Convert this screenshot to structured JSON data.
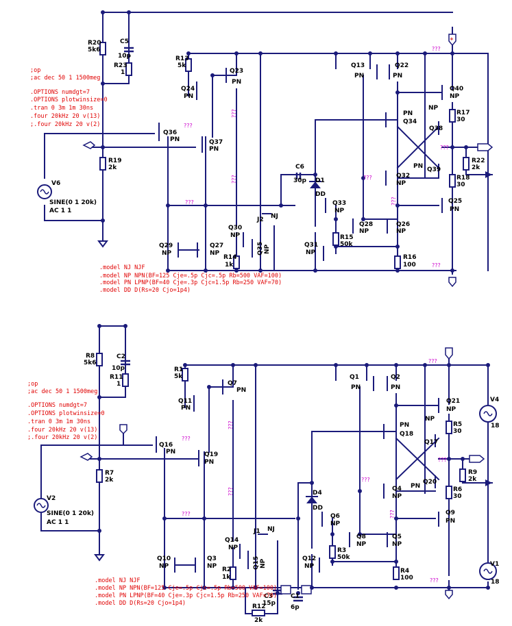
{
  "directives_top": [
    ";op",
    ";ac dec 50 1 1500meg",
    ".OPTIONS numdgt=7",
    ".OPTIONS plotwinsize=0",
    ".tran 0 3m 1m 30ns",
    ".four 20kHz 20 v(13)",
    ";.four 20kHz 20 v(2)"
  ],
  "directives_bottom": [
    ";op",
    ";ac dec 50 1 1500meg",
    ".OPTIONS numdgt=7",
    ".OPTIONS plotwinsize=0",
    ".tran 0 3m 1m 30ns",
    ".four 20kHz 20 v(13)",
    ";.four 20kHz 20 v(2)"
  ],
  "models": [
    ".model NJ NJF",
    ".model NP NPN(BF=125 Cje=.5p Cjc=.5p Rb=500 VAF=100)",
    ".model PN LPNP(BF=40 Cje=.3p Cjc=1.5p Rb=250 VAF=70)",
    ".model DD D(Rs=20 Cjo=1p4)"
  ],
  "net_placeholder": "???",
  "source_top": {
    "name": "V6",
    "line1": "SINE(0 1 20k)",
    "line2": "AC 1 1"
  },
  "source_bottom": {
    "name": "V2",
    "line1": "SINE(0 1 20k)",
    "line2": "AC 1 1"
  },
  "supplies": [
    {
      "name": "V4",
      "value": "18"
    },
    {
      "name": "V1",
      "value": "18"
    }
  ],
  "top_labels": {
    "R20": "R20",
    "R20v": "5k6",
    "C5": "C5",
    "C5v": "10p",
    "R23": "R23",
    "R23v": "1",
    "R13": "R13",
    "R13v": "5k",
    "Q23": "Q23",
    "Q24": "Q24",
    "Q36": "Q36",
    "Q37": "Q37",
    "R19": "R19",
    "R19v": "2k",
    "Q13": "Q13",
    "Q22": "Q22",
    "Q40": "Q40",
    "R17": "R17",
    "R17v": "30",
    "Q34": "Q34",
    "Q38": "Q38",
    "Q32": "Q32",
    "Q39": "Q39",
    "R22": "R22",
    "R22v": "2k",
    "R18": "R18",
    "R18v": "30",
    "Q25": "Q25",
    "C6": "C6",
    "C6v": "30p",
    "D1": "D1",
    "Q33": "Q33",
    "Q28": "Q28",
    "Q26": "Q26",
    "R15": "R15",
    "R15v": "50k",
    "R16": "R16",
    "R16v": "100",
    "Q29": "Q29",
    "Q27": "Q27",
    "Q30": "Q30",
    "J2": "J2",
    "Q35": "Q35",
    "R14": "R14",
    "R14v": "1k",
    "Q31": "Q31"
  },
  "bottom_labels": {
    "R8": "R8",
    "R8v": "5k6",
    "C2": "C2",
    "C2v": "10p",
    "R11": "R11",
    "R11v": "1",
    "R1": "R1",
    "R1v": "5k",
    "Q7": "Q7",
    "Q11": "Q11",
    "Q16": "Q16",
    "Q19": "Q19",
    "R7": "R7",
    "R7v": "2k",
    "Q1": "Q1",
    "Q2": "Q2",
    "Q21": "Q21",
    "R5": "R5",
    "R5v": "30",
    "Q18": "Q18",
    "Q17": "Q17",
    "Q4": "Q4",
    "Q20": "Q20",
    "R9": "R9",
    "R9v": "2k",
    "R6": "R6",
    "R6v": "30",
    "Q9": "Q9",
    "D4": "D4",
    "Q6": "Q6",
    "Q8": "Q8",
    "Q5": "Q5",
    "R3": "R3",
    "R3v": "50k",
    "R4": "R4",
    "R4v": "100",
    "Q10": "Q10",
    "Q3": "Q3",
    "Q14": "Q14",
    "J1": "J1",
    "Q15": "Q15",
    "R2": "R2",
    "R2v": "1k",
    "Q12": "Q12",
    "C3": "C3",
    "C3v": "15p",
    "C1": "C1",
    "C1v": "6p",
    "R12": "R12",
    "R12v": "2k"
  },
  "types": {
    "NP": "NP",
    "PN": "PN",
    "NJ": "NJ",
    "DD": "DD"
  }
}
